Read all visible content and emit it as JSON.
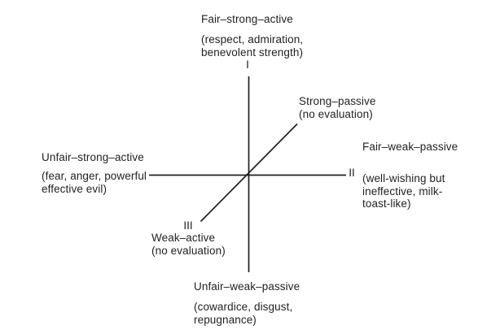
{
  "diagram": {
    "ink_color": "#231f20",
    "top": {
      "label": "Fair–strong–active",
      "description": "(respect, admiration,\nbenevolent strength)",
      "numeral": "I"
    },
    "diagonal_upper": {
      "label": "Strong–passive",
      "description": "(no evaluation)"
    },
    "left": {
      "label": "Unfair–strong–active",
      "description": "(fear, anger, powerful\neffective evil)"
    },
    "right": {
      "label": "Fair–weak–passive",
      "numeral": "II",
      "description": "(well-wishing but\nineffective, milk-\ntoast-like)"
    },
    "diagonal_lower": {
      "numeral": "III",
      "label": "Weak–active",
      "description": "(no evaluation)"
    },
    "bottom": {
      "label": "Unfair–weak–passive",
      "description": "(cowardice, disgust,\nrepugnance)"
    }
  }
}
